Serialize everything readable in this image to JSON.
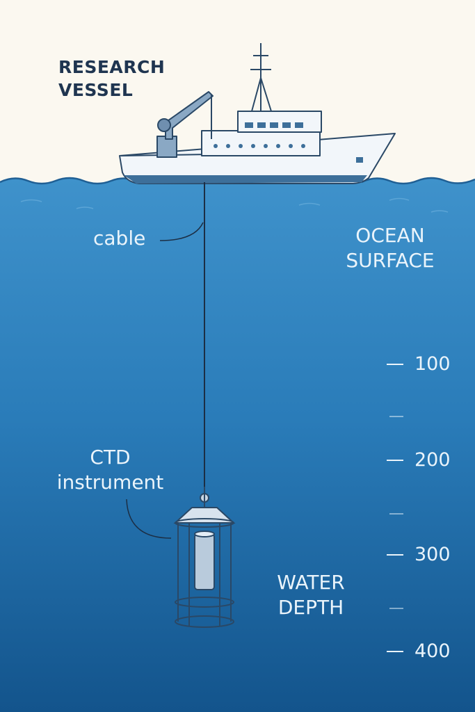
{
  "labels": {
    "vessel_line1": "RESEARCH",
    "vessel_line2": "VESSEL",
    "cable": "cable",
    "ocean_line1": "OCEAN",
    "ocean_line2": "SURFACE",
    "ctd_line1": "CTD",
    "ctd_line2": "instrument",
    "depth_line1": "WATER",
    "depth_line2": "DEPTH"
  },
  "depth_scale": {
    "ticks": [
      "100",
      "200",
      "300",
      "400"
    ]
  },
  "colors": {
    "sky": "#fbf8f0",
    "ocean_top": "#3d8fc8",
    "ocean_bottom": "#14578f",
    "label_dark": "#1f3550",
    "label_light": "#eaf4fb",
    "hull": "#f2f6fa",
    "outline": "#2a4866"
  }
}
